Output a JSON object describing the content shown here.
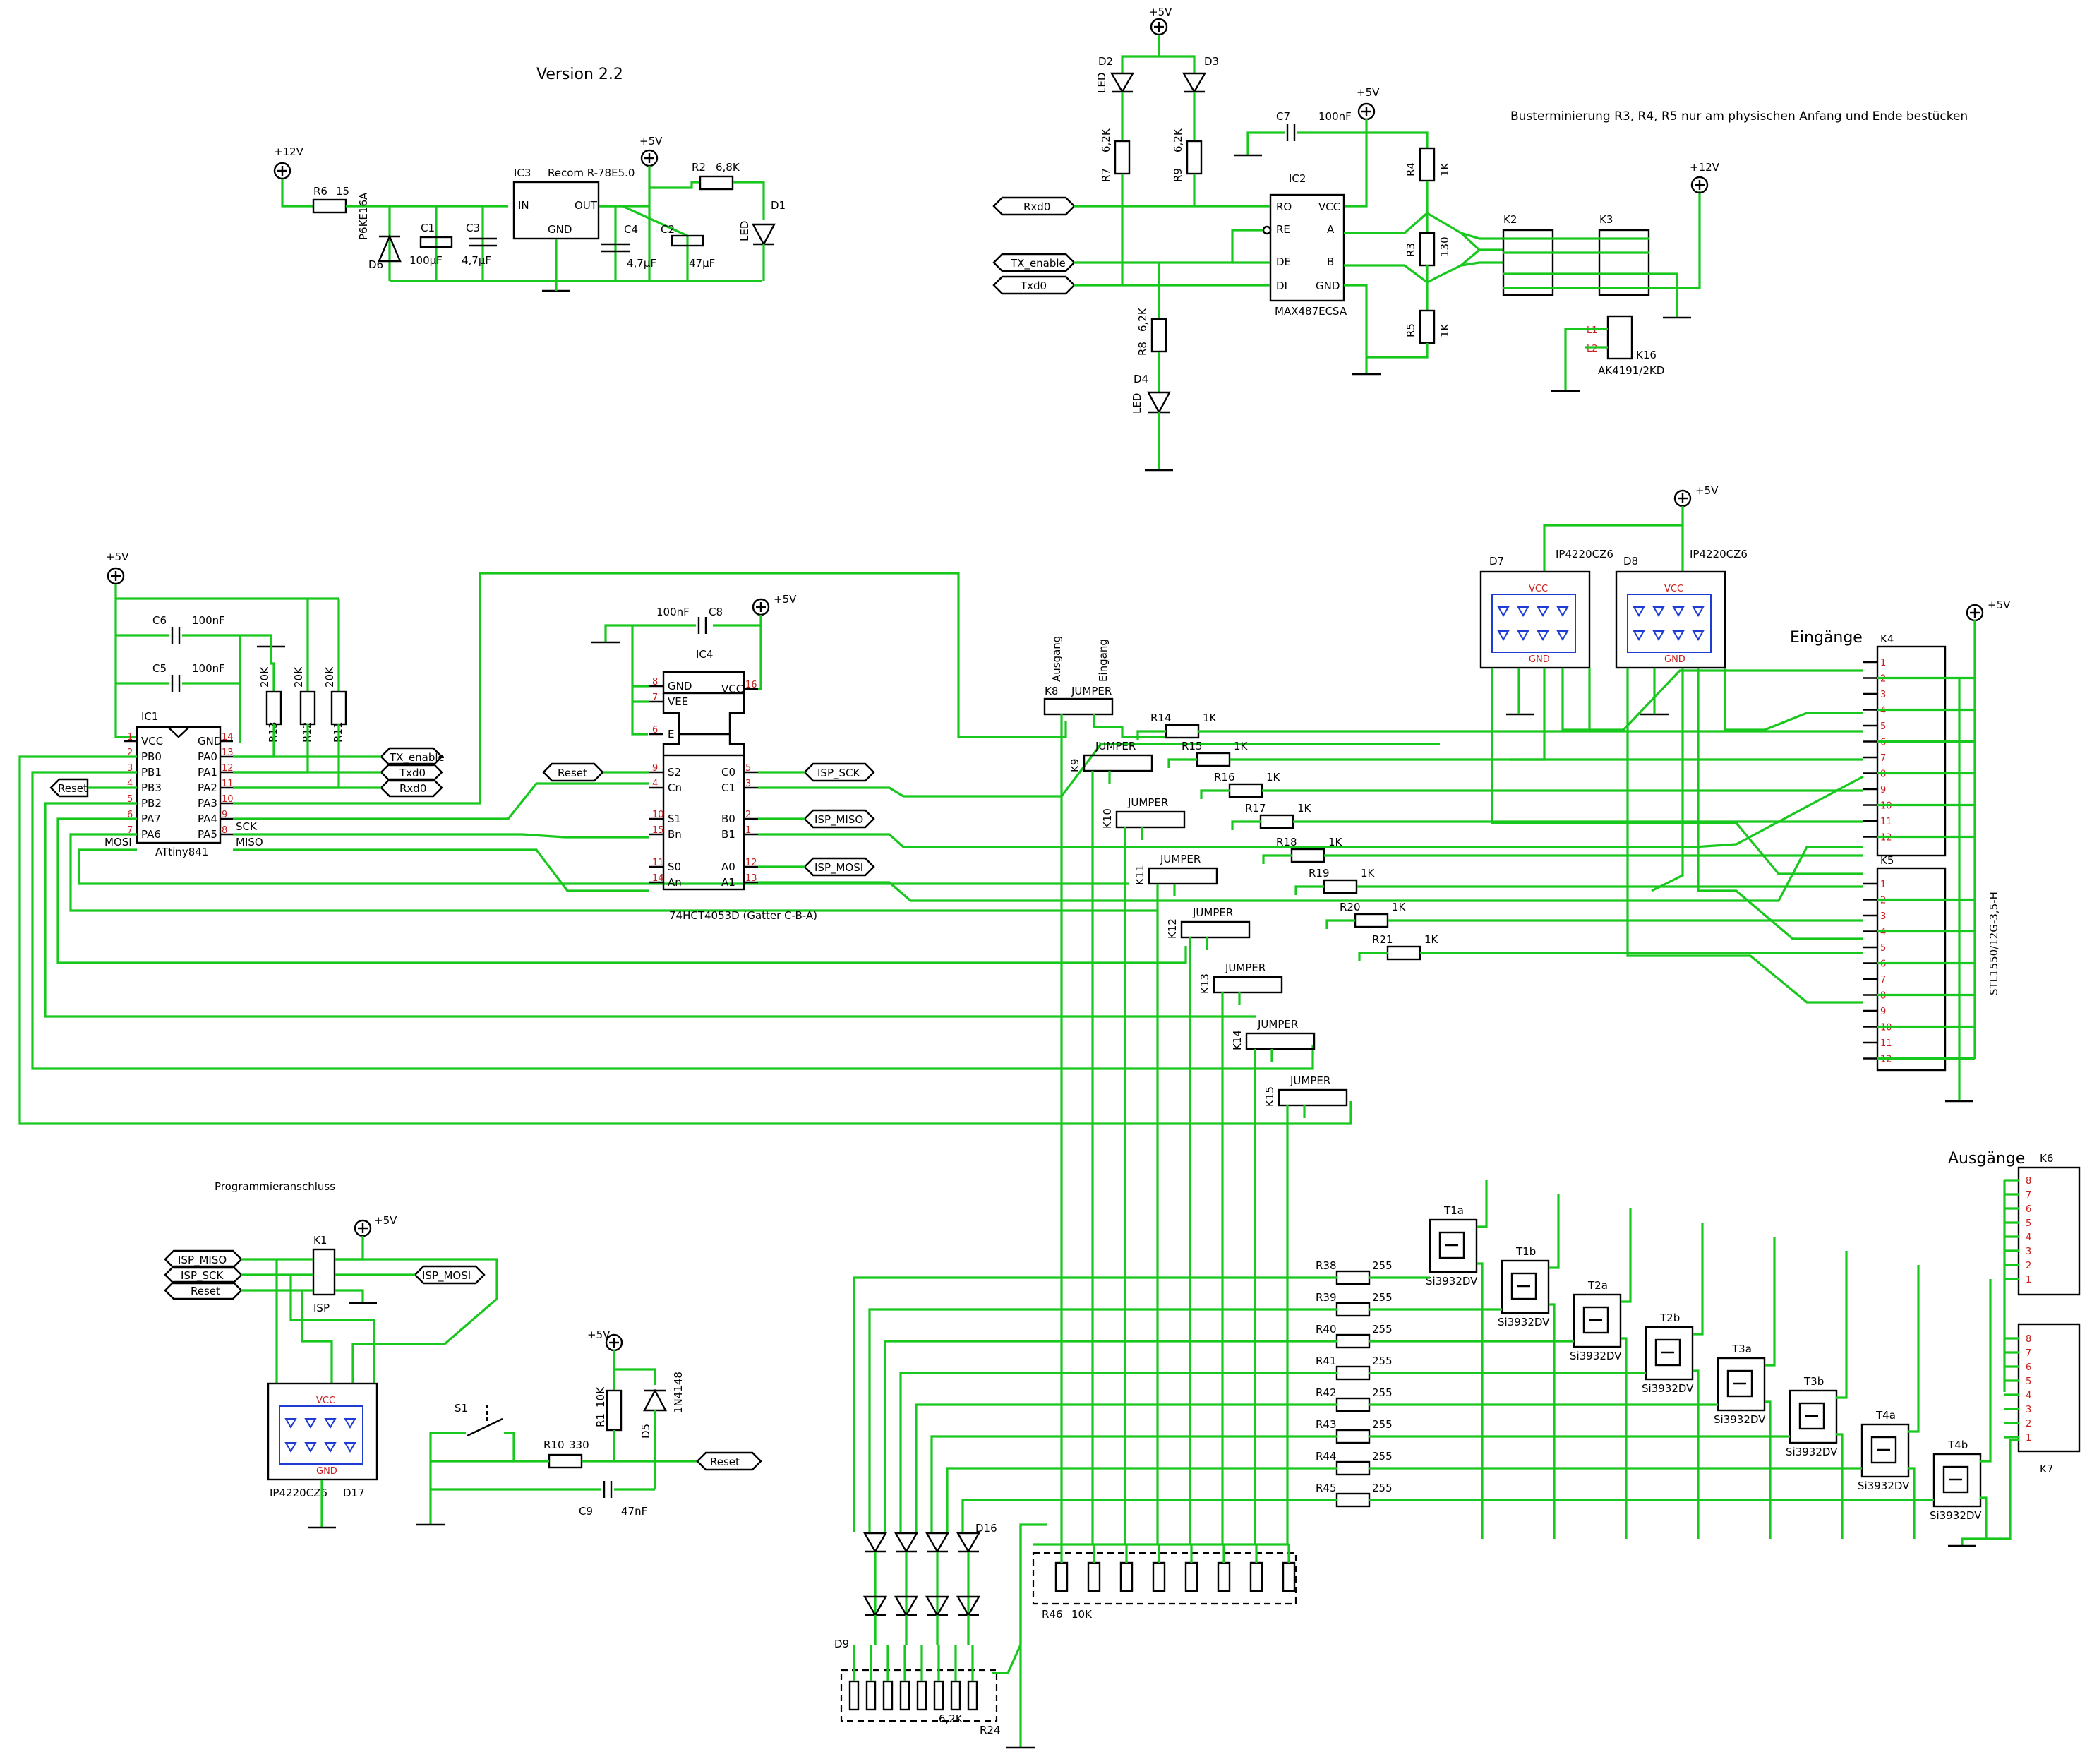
{
  "texts": {
    "version": "Version 2.2",
    "bus_note": "Busterminierung R3, R4, R5 nur am physischen Anfang und Ende bestücken",
    "eingaenge": "Eingänge",
    "ausgaenge": "Ausgänge",
    "programmieranschluss": "Programmieranschluss",
    "p12v": "+12V",
    "p5v": "+5V"
  },
  "power": {
    "r6": "R6",
    "r6v": "15",
    "d6": "D6",
    "d6v": "P6KE16A",
    "c1": "C1",
    "c1v": "100µF",
    "c3": "C3",
    "c3v": "4,7µF",
    "ic3": "IC3",
    "ic3v": "Recom R-78E5.0",
    "in": "IN",
    "out": "OUT",
    "gnd": "GND",
    "c4": "C4",
    "c4v": "4,7µF",
    "c2": "C2",
    "c2v": "47µF",
    "r2": "R2",
    "r2v": "6,8K",
    "d1": "D1",
    "led": "LED"
  },
  "rs485": {
    "d2": "D2",
    "d3": "D3",
    "d4": "D4",
    "led": "LED",
    "r7": "R7",
    "r9": "R9",
    "r8": "R8",
    "v62k": "6,2K",
    "c7": "C7",
    "c7v": "100nF",
    "ic2": "IC2",
    "ic2v": "MAX487ECSA",
    "ro": "RO",
    "re": "RE",
    "de": "DE",
    "di": "DI",
    "vcc": "VCC",
    "a": "A",
    "b": "B",
    "gnd": "GND",
    "rxd0": "Rxd0",
    "tx_enable": "TX_enable",
    "txd0": "Txd0",
    "r4": "R4",
    "r4v": "1K",
    "r3": "R3",
    "r3v": "130",
    "r5": "R5",
    "r5v": "1K",
    "k2": "K2",
    "k3": "K3",
    "k16": "K16",
    "k16v": "AK4191/2KD",
    "l1": "L1",
    "l2": "L2"
  },
  "mcu": {
    "ic1": "IC1",
    "ic1v": "ATtiny841",
    "pins_left": [
      "VCC",
      "PB0",
      "PB1",
      "PB3",
      "PB2",
      "PA7",
      "PA6"
    ],
    "pins_right": [
      "GND",
      "PA0",
      "PA1",
      "PA2",
      "PA3",
      "PA4",
      "PA5"
    ],
    "nums_left": [
      "1",
      "2",
      "3",
      "4",
      "5",
      "6",
      "7"
    ],
    "nums_right": [
      "14",
      "13",
      "12",
      "11",
      "10",
      "9",
      "8"
    ],
    "c6": "C6",
    "c6v": "100nF",
    "c5": "C5",
    "c5v": "100nF",
    "r13": "R13",
    "r12": "R12",
    "r11": "R11",
    "v20k": "20K",
    "sck": "SCK",
    "miso": "MISO",
    "mosi": "MOSI",
    "tx_enable": "TX_enable",
    "txd0": "Txd0",
    "rxd0": "Rxd0",
    "reset": "Reset"
  },
  "mux": {
    "ic4": "IC4",
    "ic4v": "74HCT4053D (Gatter C-B-A)",
    "c8": "C8",
    "c8v": "100nF",
    "pins_left": [
      "GND",
      "VEE",
      "E",
      "S2",
      "Cn",
      "S1",
      "Bn",
      "S0",
      "An"
    ],
    "nums_left": [
      "8",
      "7",
      "6",
      "9",
      "4",
      "10",
      "15",
      "11",
      "14"
    ],
    "pins_right": [
      "VCC",
      "C0",
      "C1",
      "B0",
      "B1",
      "A0",
      "A1"
    ],
    "nums_right": [
      "16",
      "5",
      "3",
      "2",
      "1",
      "12",
      "13"
    ],
    "reset": "Reset",
    "isp_sck": "ISP_SCK",
    "isp_miso": "ISP_MISO",
    "isp_mosi": "ISP_MOSI"
  },
  "jumpers": {
    "k8": "K8",
    "ausgang": "Ausgang",
    "eingang": "Eingang",
    "jumper": "JUMPER",
    "k_labels": [
      "K9",
      "K10",
      "K11",
      "K12",
      "K13",
      "K14",
      "K15"
    ],
    "r_labels": [
      "R14",
      "R15",
      "R16",
      "R17",
      "R18",
      "R19",
      "R20",
      "R21"
    ],
    "r_value": "1K"
  },
  "protection": {
    "d7": "D7",
    "d8": "D8",
    "d17": "D17",
    "ip": "IP4220CZ6",
    "vcc": "VCC",
    "gnd": "GND"
  },
  "connectors": {
    "k4": "K4",
    "k5": "K5",
    "k45v": "STL1550/12G-3,5-H",
    "k6": "K6",
    "k7": "K7",
    "k4_pins": [
      "1",
      "2",
      "3",
      "4",
      "5",
      "6",
      "7",
      "8",
      "9",
      "10",
      "11",
      "12"
    ],
    "k6_pins": [
      "8",
      "7",
      "6",
      "5",
      "4",
      "3",
      "2",
      "1"
    ]
  },
  "outputs": {
    "r_labels": [
      "R38",
      "R39",
      "R40",
      "R41",
      "R42",
      "R43",
      "R44",
      "R45"
    ],
    "r_value": "255",
    "t_labels": [
      "T1a",
      "T1b",
      "T2a",
      "T2b",
      "T3a",
      "T3b",
      "T4a",
      "T4b"
    ],
    "t_value": "Si3932DV",
    "r46": "R46",
    "r46v": "10K",
    "r24": "R24",
    "r24v": "6,2K",
    "d9": "D9",
    "d16": "D16"
  },
  "isp": {
    "k1": "K1",
    "isp": "ISP",
    "isp_miso": "ISP_MISO",
    "isp_sck": "ISP_SCK",
    "reset": "Reset",
    "isp_mosi": "ISP_MOSI",
    "s1": "S1",
    "r1": "R1",
    "r1v": "10K",
    "d5": "D5",
    "d5v": "1N4148",
    "r10": "R10",
    "r10v": "330",
    "c9": "C9",
    "c9v": "47nF",
    "reset_out": "Reset"
  }
}
